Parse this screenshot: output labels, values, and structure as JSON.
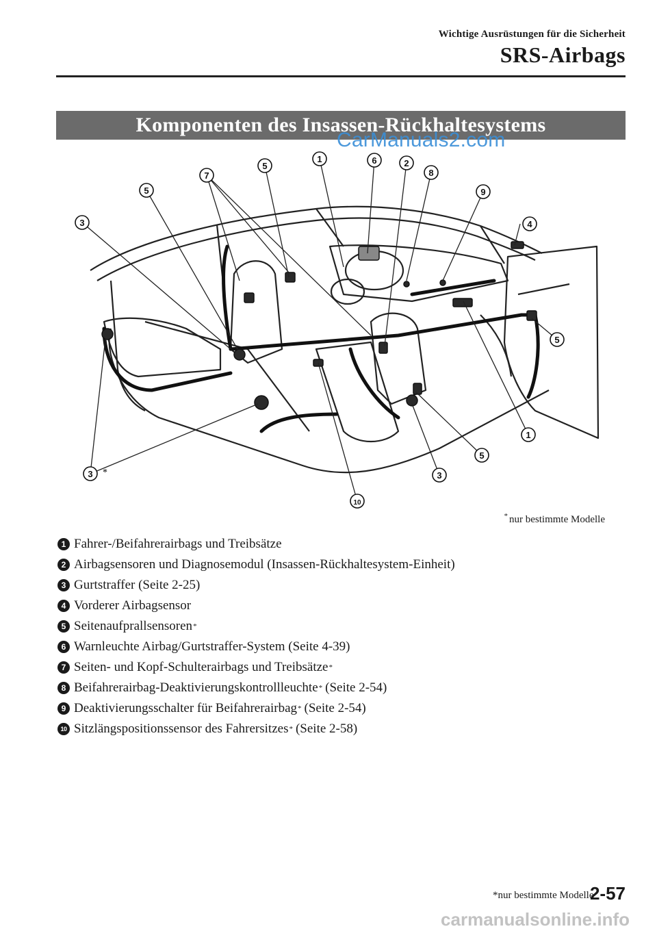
{
  "header": {
    "subtitle": "Wichtige Ausrüstungen für die Sicherheit",
    "title": "SRS-Airbags"
  },
  "section": {
    "title": "Komponenten des Insassen-Rückhaltesystems"
  },
  "watermark": "CarManuals2.com",
  "diagram": {
    "callouts": [
      "1",
      "2",
      "3",
      "4",
      "5",
      "6",
      "7",
      "8",
      "9",
      "10"
    ],
    "asterisk": "*",
    "note_star": "*",
    "note": "nur bestimmte Modelle"
  },
  "legend": [
    {
      "num": "1",
      "text": "Fahrer-/Beifahrerairbags und Treibsätze",
      "star": "",
      "tail": ""
    },
    {
      "num": "2",
      "text": "Airbagsensoren und Diagnosemodul (Insassen-Rückhaltesystem-Einheit)",
      "star": "",
      "tail": ""
    },
    {
      "num": "3",
      "text": "Gurtstraffer (Seite 2-25)",
      "star": "",
      "tail": ""
    },
    {
      "num": "4",
      "text": "Vorderer Airbagsensor",
      "star": "",
      "tail": ""
    },
    {
      "num": "5",
      "text": "Seitenaufprallsensoren",
      "star": "*",
      "tail": ""
    },
    {
      "num": "6",
      "text": "Warnleuchte Airbag/Gurtstraffer-System (Seite 4-39)",
      "star": "",
      "tail": ""
    },
    {
      "num": "7",
      "text": "Seiten- und Kopf-Schulterairbags und Treibsätze",
      "star": "*",
      "tail": ""
    },
    {
      "num": "8",
      "text": "Beifahrerairbag-Deaktivierungskontrollleuchte",
      "star": "*",
      "tail": "(Seite 2-54)"
    },
    {
      "num": "9",
      "text": "Deaktivierungsschalter für Beifahrerairbag",
      "star": "*",
      "tail": "(Seite 2-54)"
    },
    {
      "num": "10",
      "text": "Sitzlängspositionssensor des Fahrersitzes",
      "star": "*",
      "tail": "(Seite 2-58)"
    }
  ],
  "footer": {
    "note": "*nur bestimmte Modelle",
    "page": "2-57",
    "watermark": "carmanualsonline.info"
  }
}
